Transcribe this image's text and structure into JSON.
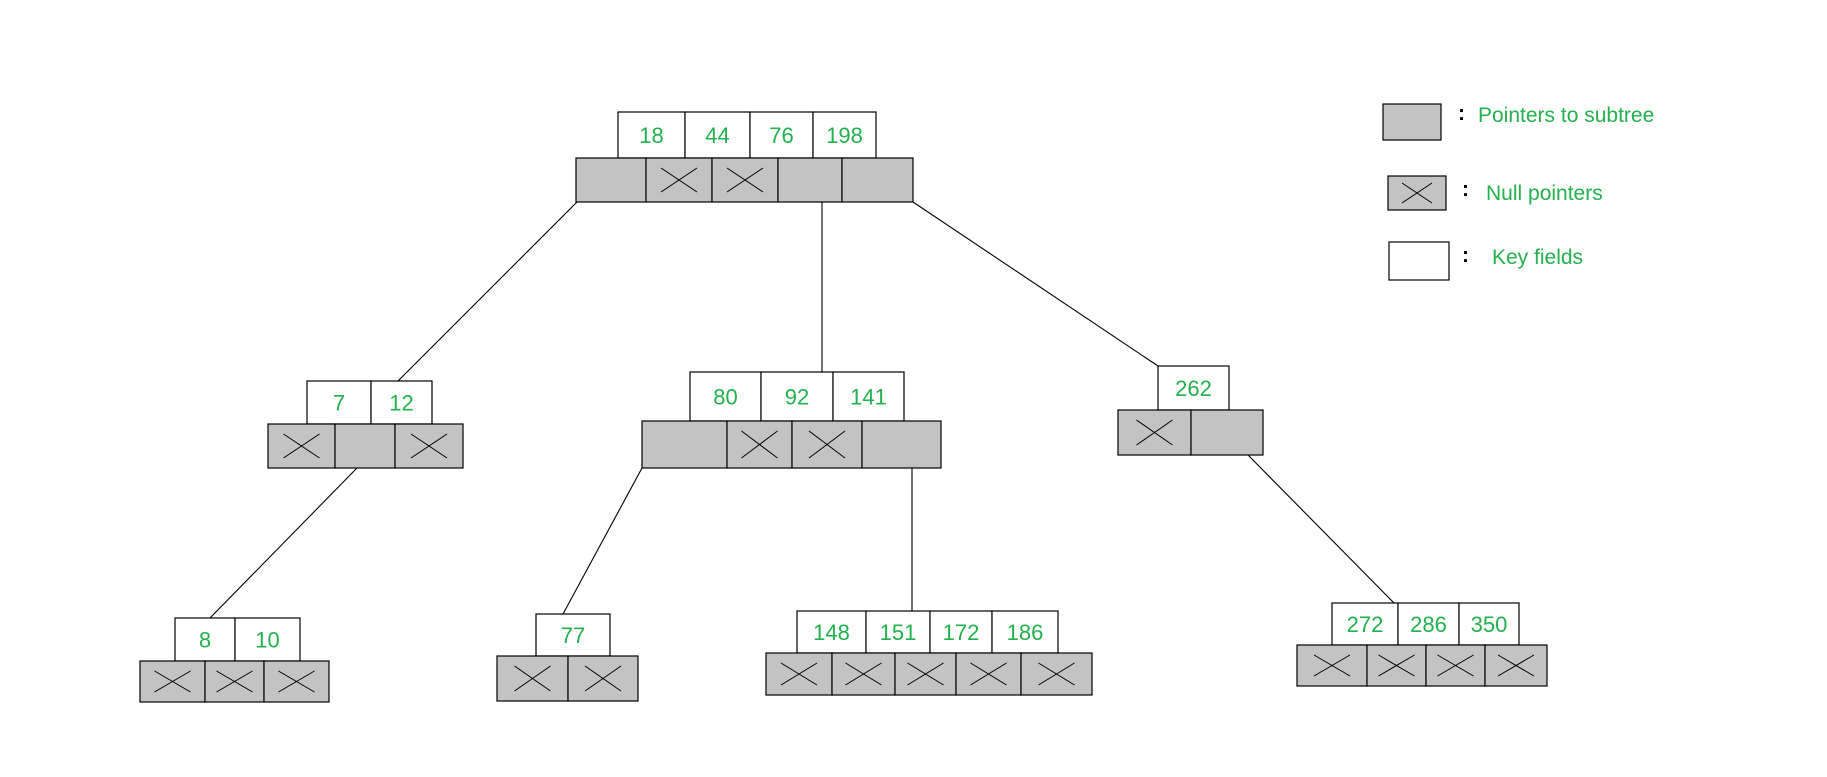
{
  "colors": {
    "key_text": "#22b14c",
    "pointer_fill": "#c3c3c3",
    "key_fill": "#ffffff",
    "stroke": "#000000"
  },
  "legend": {
    "items": [
      {
        "type": "pointer",
        "label": "Pointers to subtree"
      },
      {
        "type": "null",
        "label": "Null pointers"
      },
      {
        "type": "key",
        "label": "Key fields"
      }
    ]
  },
  "tree": {
    "nodes": [
      {
        "id": "root",
        "keys": [
          "18",
          "44",
          "76",
          "198"
        ],
        "pointers": [
          "subtree",
          "null",
          "null",
          "subtree",
          "subtree"
        ]
      },
      {
        "id": "n7",
        "keys": [
          "7",
          "12"
        ],
        "pointers": [
          "null",
          "subtree",
          "null"
        ]
      },
      {
        "id": "n80",
        "keys": [
          "80",
          "92",
          "141"
        ],
        "pointers": [
          "subtree",
          "null",
          "null",
          "subtree"
        ]
      },
      {
        "id": "n262",
        "keys": [
          "262"
        ],
        "pointers": [
          "null",
          "subtree"
        ]
      },
      {
        "id": "n8",
        "keys": [
          "8",
          "10"
        ],
        "pointers": [
          "null",
          "null",
          "null"
        ]
      },
      {
        "id": "n77",
        "keys": [
          "77"
        ],
        "pointers": [
          "null",
          "null"
        ]
      },
      {
        "id": "n148",
        "keys": [
          "148",
          "151",
          "172",
          "186"
        ],
        "pointers": [
          "null",
          "null",
          "null",
          "null",
          "null"
        ]
      },
      {
        "id": "n272",
        "keys": [
          "272",
          "286",
          "350"
        ],
        "pointers": [
          "null",
          "null",
          "null",
          "null"
        ]
      }
    ],
    "edges": [
      {
        "from": "root",
        "pointer": 0,
        "to": "n7"
      },
      {
        "from": "root",
        "pointer": 3,
        "to": "n80"
      },
      {
        "from": "root",
        "pointer": 4,
        "to": "n262"
      },
      {
        "from": "n7",
        "pointer": 1,
        "to": "n8"
      },
      {
        "from": "n80",
        "pointer": 0,
        "to": "n77"
      },
      {
        "from": "n80",
        "pointer": 3,
        "to": "n148"
      },
      {
        "from": "n262",
        "pointer": 1,
        "to": "n272"
      }
    ]
  }
}
